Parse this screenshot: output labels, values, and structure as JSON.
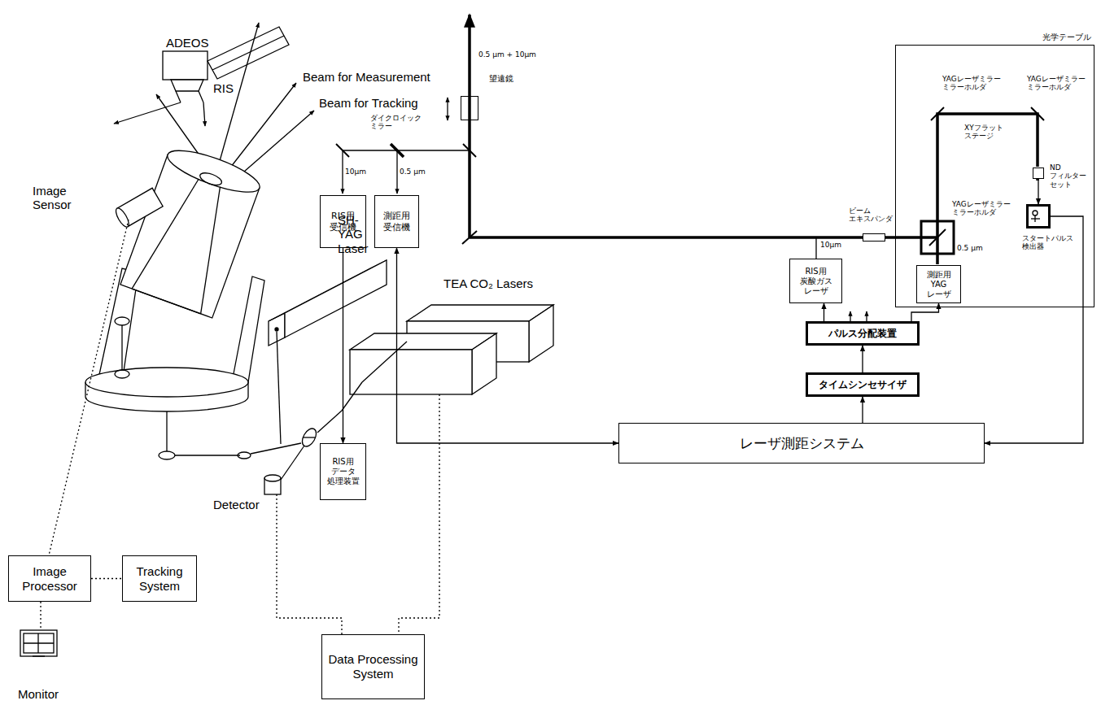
{
  "diagram": {
    "nodes": [
      {
        "text": [
          "Image Processor"
        ]
      },
      {
        "text": [
          "Tracking System"
        ]
      },
      {
        "text": [
          "Data Processing System"
        ]
      },
      {
        "text": [
          "望遠鏡"
        ]
      },
      {
        "text": [
          "RIS用 受信機"
        ]
      },
      {
        "text": [
          "測距用 受信機"
        ]
      },
      {
        "text": [
          "ビーム エキスパンダ"
        ]
      },
      {
        "text": [
          "光学テーブル"
        ]
      },
      {
        "text": [
          "ND フィルター セット"
        ],
        "in": 7
      },
      {
        "text": [
          "スタートパルス 検出器"
        ],
        "in": 7
      },
      {
        "text": [
          "測距用 YAG レーザ"
        ],
        "in": 7
      },
      {
        "text": [
          "RIS用 炭酸ガス レーザ"
        ]
      },
      {
        "text": [
          "パルス分配装置"
        ]
      },
      {
        "text": [
          "タイムシンセサイザ"
        ]
      },
      {
        "text": [
          "RIS用 データ 処理装置"
        ]
      },
      {
        "text": [
          "レーザ測距システム"
        ]
      }
    ],
    "edges": [
      {
        "from": 0,
        "to": 1,
        "arrow": "none"
      },
      {
        "from": 4,
        "to": 14,
        "arrow": "to"
      },
      {
        "from": 5,
        "to": 15,
        "arrow": "both"
      },
      {
        "from": 15,
        "to": 13,
        "arrow": "to"
      },
      {
        "from": 13,
        "to": 12,
        "arrow": "to"
      },
      {
        "from": 12,
        "to": 11,
        "arrow": "to"
      },
      {
        "from": 12,
        "to": 10,
        "arrow": "to"
      },
      {
        "from": 9,
        "to": 15,
        "arrow": "to"
      },
      {
        "from": 8,
        "to": 9,
        "arrow": "to"
      }
    ],
    "labels": [
      "ADEOS",
      "RIS",
      "Beam for Measurement",
      "Beam for Tracking",
      "Image Sensor",
      "SH-YAG Laser",
      "TEA CO₂ Lasers",
      "Detector",
      "Monitor",
      "0.5 μm + 10μm",
      "ダイクロイック ミラー",
      "10μm",
      "0.5 μm",
      "10μm",
      "0.5 μm",
      "YAGレーザミラー ミラーホルダ",
      "YAGレーザミラー ミラーホルダ",
      "YAGレーザミラー ミラーホルダ",
      "XYフラット ステージ"
    ]
  }
}
